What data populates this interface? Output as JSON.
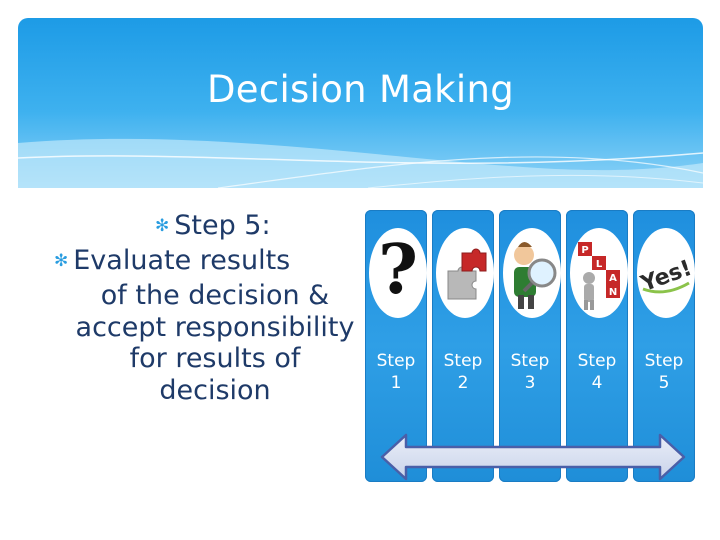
{
  "slide": {
    "title": "Decision Making",
    "bullet_1": "Step 5:",
    "bullet_2_first": "Evaluate results",
    "bullet_2_rest": "of the decision & accept responsibility for results of decision"
  },
  "steps": [
    {
      "label": "Step\n1",
      "icon": "question-mark-icon"
    },
    {
      "label": "Step\n2",
      "icon": "puzzle-pieces-icon"
    },
    {
      "label": "Step\n3",
      "icon": "magnifying-glass-person-icon"
    },
    {
      "label": "Step\n4",
      "icon": "plan-sign-person-icon"
    },
    {
      "label": "Step\n5",
      "icon": "yes-word-icon"
    }
  ],
  "plan_letters": [
    "P",
    "L",
    "A",
    "N"
  ],
  "yes_text": "Yes!",
  "colors": {
    "accent_blue": "#1f8fde",
    "title_text": "#ffffff",
    "body_text": "#1e3a68",
    "bullet": "#2a9de0"
  }
}
